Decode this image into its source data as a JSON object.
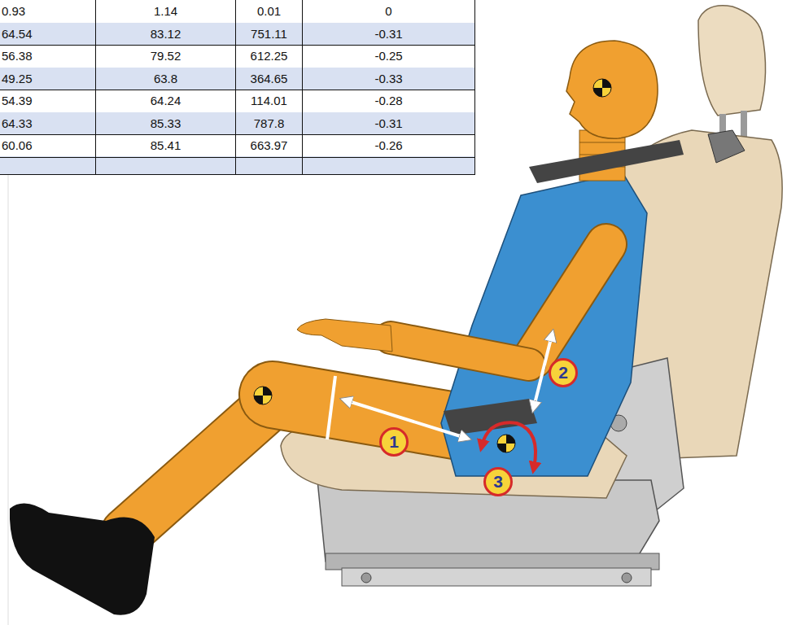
{
  "diagram": {
    "nodes": [
      {
        "text": [
          "1"
        ]
      },
      {
        "text": [
          "2"
        ]
      },
      {
        "text": [
          "3"
        ]
      }
    ],
    "labels": [
      "0.93",
      "1.14",
      "0.01",
      "0",
      "64.54",
      "83.12",
      "751.11",
      "-0.31",
      "56.38",
      "79.52",
      "612.25",
      "-0.25",
      "49.25",
      "63.8",
      "364.65",
      "-0.33",
      "54.39",
      "64.24",
      "114.01",
      "-0.28",
      "64.33",
      "85.33",
      "787.8",
      "-0.31",
      "60.06",
      "85.41",
      "663.97",
      "-0.26"
    ]
  }
}
